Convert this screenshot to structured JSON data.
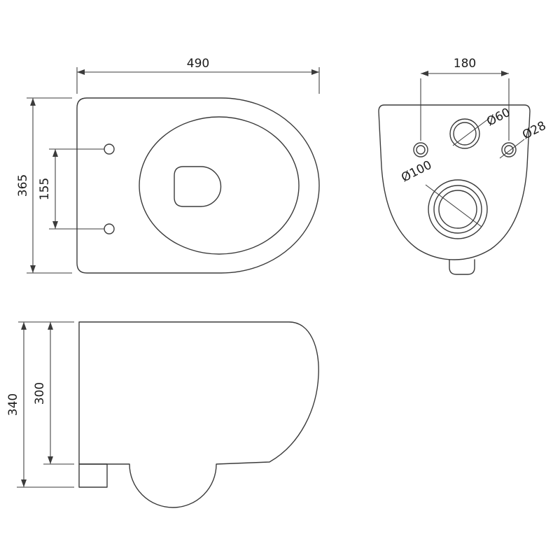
{
  "diagram": {
    "type": "technical-drawing",
    "subject": "wall-hung-toilet-dimensions",
    "background_color": "#ffffff",
    "line_color": "#3b3b3b",
    "dimensions": {
      "top_width": "490",
      "top_depth": "365",
      "seat_hole_spacing": "155",
      "rear_hole_spacing": "180",
      "inlet_diameter": "Ø60",
      "fixing_hole_diameter": "Ø28",
      "outlet_diameter": "Ø100",
      "side_total_height": "340",
      "side_bowl_height": "300"
    }
  }
}
